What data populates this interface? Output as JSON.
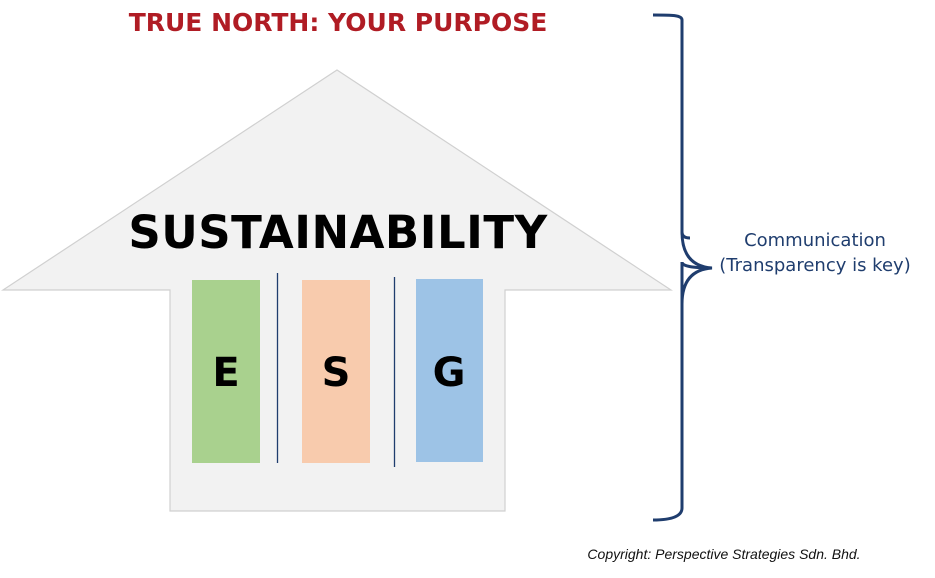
{
  "title": "TRUE NORTH: YOUR PURPOSE",
  "arrow_label": "SUSTAINABILITY",
  "pillars": [
    {
      "letter": "E",
      "color": "#a9d18e"
    },
    {
      "letter": "S",
      "color": "#f8cbad"
    },
    {
      "letter": "G",
      "color": "#9dc3e6"
    }
  ],
  "communication": {
    "line1": "Communication",
    "line2": "(Transparency is key)"
  },
  "copyright": "Copyright: Perspective Strategies Sdn. Bhd.",
  "colors": {
    "title": "#b01c24",
    "brace": "#1f3d6e",
    "arrow_fill": "#f2f2f2"
  }
}
